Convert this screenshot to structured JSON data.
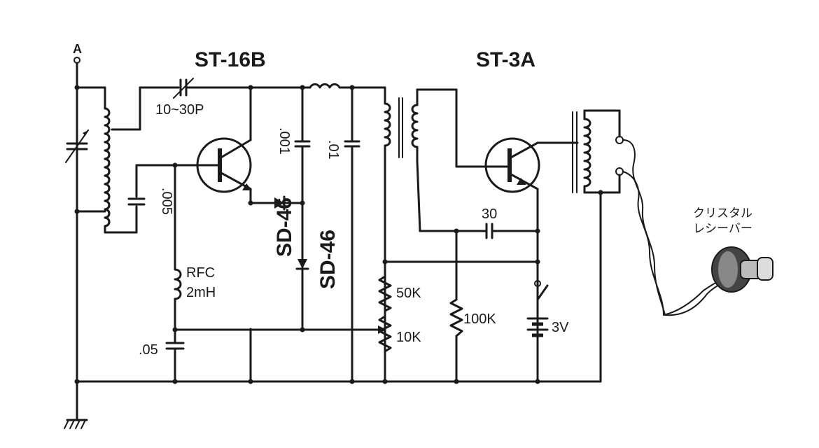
{
  "labels": {
    "antenna": "A",
    "stage1_transistor": "ST-16B",
    "stage2_transistor": "ST-3A",
    "trimmer_cap": "10~30P",
    "cap_001": ".001",
    "cap_01": ".01",
    "cap_005": ".005",
    "cap_05": ".05",
    "cap_30": "30",
    "diode_1": "SD-46",
    "diode_2": "SD-46",
    "rfc_line1": "RFC",
    "rfc_line2": "2mH",
    "res_50k": "50K",
    "res_10k": "10K",
    "res_100k": "100K",
    "battery": "3V",
    "earphone_line1": "クリスタル",
    "earphone_line2": "レシーバー"
  }
}
